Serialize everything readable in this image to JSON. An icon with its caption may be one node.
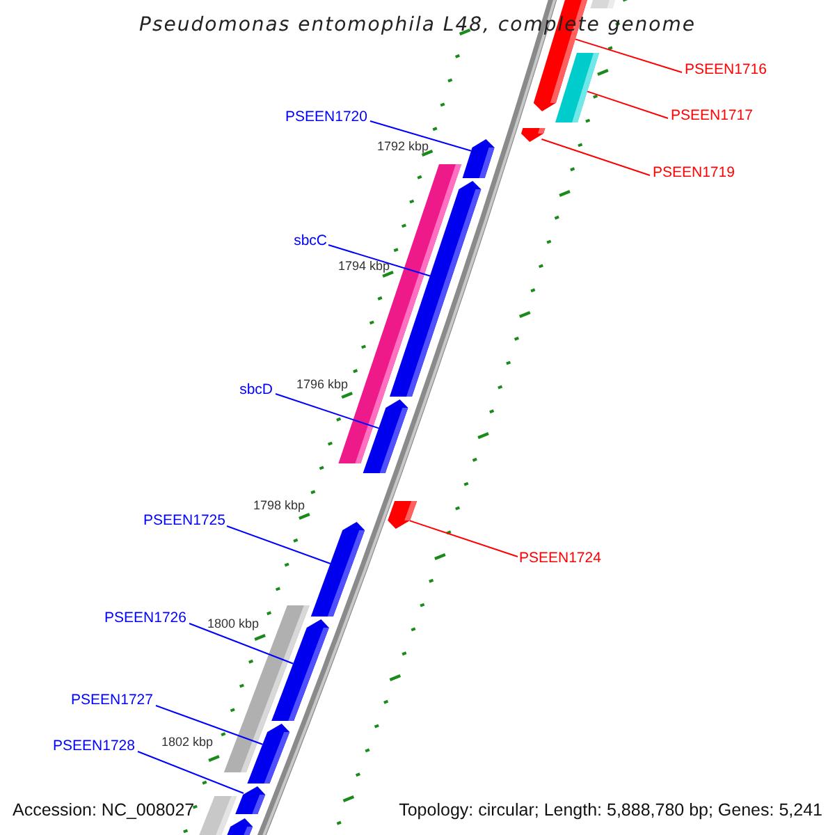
{
  "diagram": {
    "title": "Pseudomonas entomophila L48, complete genome",
    "nodes": [
      {
        "text": [
          "PSEEN1716"
        ]
      },
      {
        "text": [
          "PSEEN1717"
        ]
      },
      {
        "text": [
          "PSEEN1719"
        ]
      },
      {
        "text": [
          "PSEEN1720"
        ]
      },
      {
        "text": [
          "sbcC"
        ]
      },
      {
        "text": [
          "sbcD"
        ]
      },
      {
        "text": [
          "PSEEN1724"
        ]
      },
      {
        "text": [
          "PSEEN1725"
        ]
      },
      {
        "text": [
          "PSEEN1726"
        ]
      },
      {
        "text": [
          "PSEEN1727"
        ]
      },
      {
        "text": [
          "PSEEN1728"
        ]
      },
      {
        "text": [],
        "shape": "bar"
      },
      {
        "text": [],
        "shape": "bar"
      },
      {
        "text": [],
        "shape": "bar"
      },
      {
        "text": [],
        "shape": "bar"
      },
      {
        "text": [],
        "shape": "bar"
      },
      {
        "text": [],
        "shape": "bar"
      },
      {
        "text": [],
        "shape": "bar"
      },
      {
        "text": [],
        "shape": "bar"
      },
      {
        "text": [],
        "shape": "bar"
      },
      {
        "text": [],
        "shape": "bar"
      },
      {
        "text": [],
        "shape": "bar"
      },
      {
        "text": [],
        "shape": "bar"
      },
      {
        "text": [],
        "shape": "bar"
      },
      {
        "text": [],
        "shape": "bar"
      },
      {
        "text": [],
        "shape": "bar"
      },
      {
        "text": [],
        "shape": "bar"
      }
    ],
    "edges": [
      {
        "from": 0,
        "to": 12,
        "arrow": "none",
        "color": "#ff0000"
      },
      {
        "from": 1,
        "to": 13,
        "arrow": "none",
        "color": "#ff0000"
      },
      {
        "from": 2,
        "to": 14,
        "arrow": "none",
        "color": "#ff0000"
      },
      {
        "from": 3,
        "to": 15,
        "arrow": "none"
      },
      {
        "from": 4,
        "to": 17,
        "arrow": "none"
      },
      {
        "from": 5,
        "to": 18,
        "arrow": "none"
      },
      {
        "from": 6,
        "to": 19,
        "arrow": "none",
        "color": "#ff0000"
      },
      {
        "from": 7,
        "to": 20,
        "arrow": "none"
      },
      {
        "from": 8,
        "to": 22,
        "arrow": "none"
      },
      {
        "from": 9,
        "to": 23,
        "arrow": "none"
      },
      {
        "from": 10,
        "to": 24,
        "arrow": "none"
      }
    ],
    "labels": [
      "1792 kbp",
      "1794 kbp",
      "1796 kbp",
      "1798 kbp",
      "1800 kbp",
      "1802 kbp",
      "Accession: NC_008027",
      "Topology: circular; Length: 5,888,780 bp; Genes: 5,241"
    ]
  }
}
